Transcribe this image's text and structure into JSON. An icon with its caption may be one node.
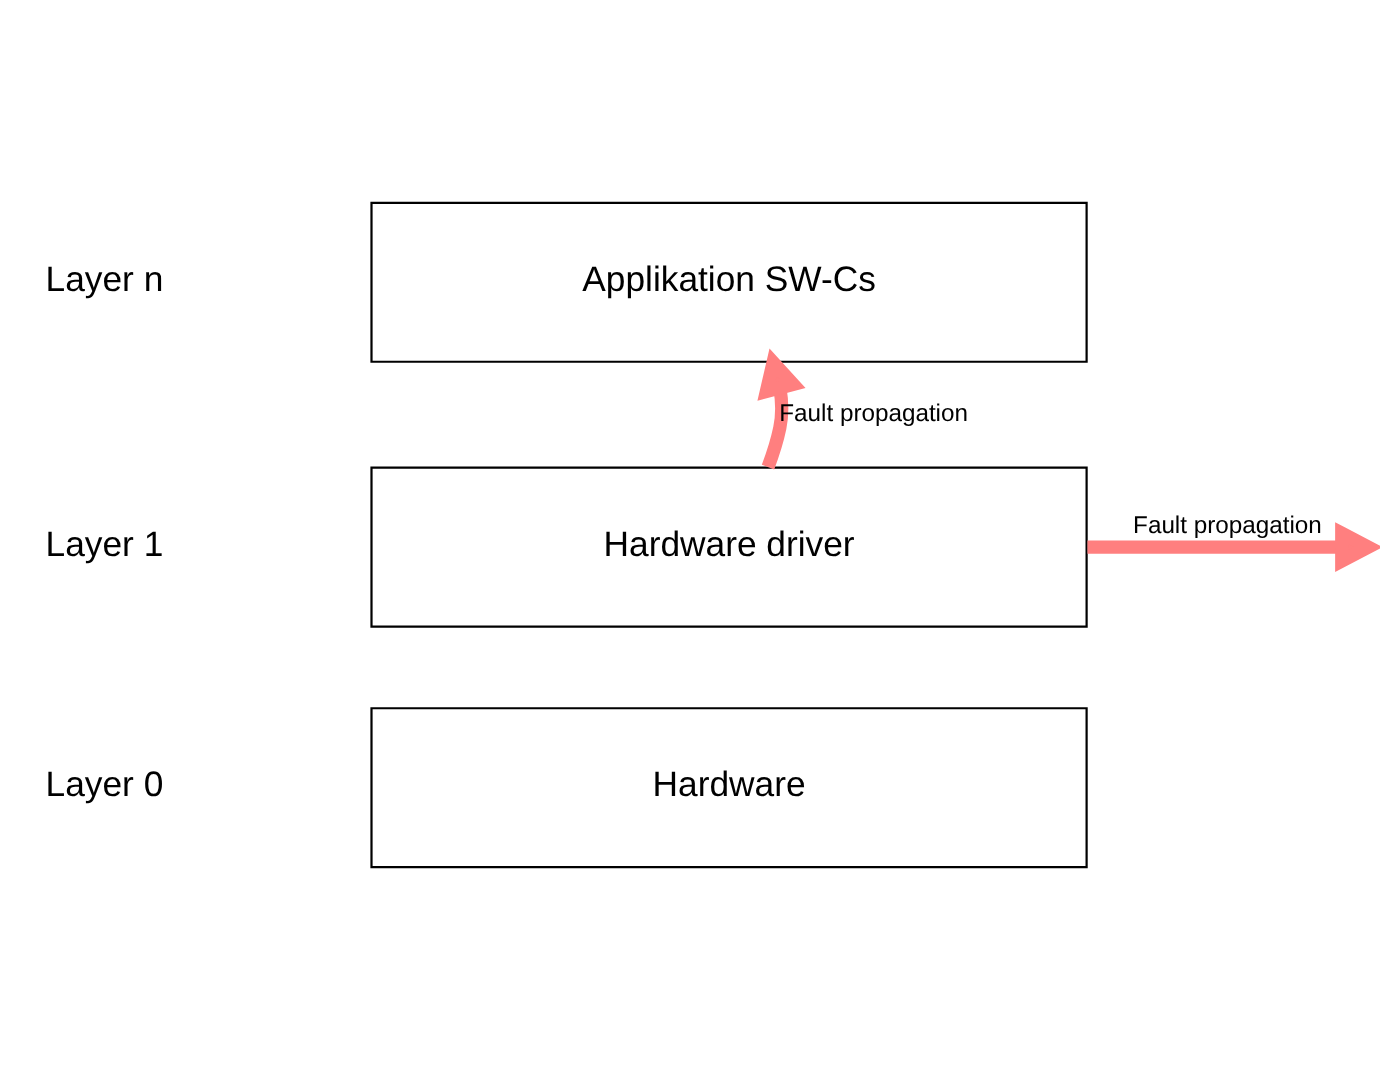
{
  "diagram": {
    "nodes": [
      {
        "text": [
          "Applikation SW-Cs"
        ]
      },
      {
        "text": [
          "Hardware driver"
        ]
      },
      {
        "text": [
          "Hardware"
        ]
      }
    ],
    "edges": [
      {
        "from": 1,
        "to": 0,
        "arrow": "to",
        "label": "Fault propagation",
        "color": "#ff7f7f"
      },
      {
        "from": 1,
        "to": null,
        "arrow": "to",
        "label": "Fault propagation",
        "color": "#ff7f7f"
      }
    ],
    "labels": [
      "Layer n",
      "Layer 1",
      "Layer 0"
    ]
  }
}
